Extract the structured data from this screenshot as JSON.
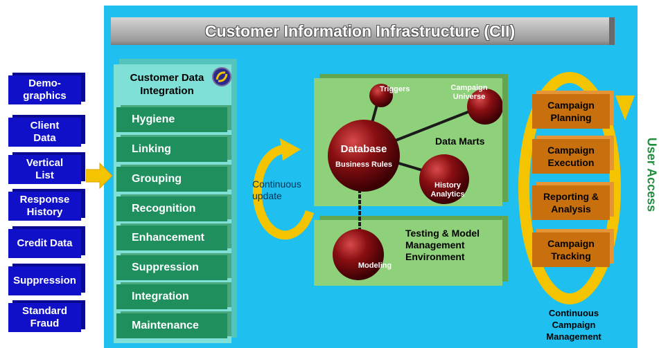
{
  "title": "Customer Information Infrastructure (CII)",
  "sources": [
    "Demo-\ngraphics",
    "Client\nData",
    "Vertical\nList",
    "Response\nHistory",
    "Credit Data",
    "Suppression",
    "Standard\nFraud"
  ],
  "integration": {
    "title": "Customer Data\nIntegration",
    "steps": [
      "Hygiene",
      "Linking",
      "Grouping",
      "Recognition",
      "Enhancement",
      "Suppression",
      "Integration",
      "Maintenance"
    ]
  },
  "continuous_update": "Continuous\nupdate",
  "data_marts": {
    "label": "Data Marts",
    "database": "Database",
    "business_rules": "Business Rules",
    "triggers": "Triggers",
    "campaign_universe": "Campaign\nUniverse",
    "history_analytics": "History\nAnalytics"
  },
  "testing": {
    "label": "Testing & Model\nManagement\nEnvironment",
    "modeling": "Modeling"
  },
  "campaign_steps": [
    "Campaign\nPlanning",
    "Campaign\nExecution",
    "Reporting &\nAnalysis",
    "Campaign\nTracking"
  ],
  "campaign_caption": "Continuous\nCampaign\nManagement",
  "user_access": "User Access",
  "colors": {
    "background": "#1fc0f0",
    "source_box": "#1010c8",
    "integration_step": "#1f8f5e",
    "data_box": "#8fd17b",
    "campaign_box": "#c86f0e",
    "arrow": "#f5c400",
    "user_access": "#1f8f3e"
  }
}
